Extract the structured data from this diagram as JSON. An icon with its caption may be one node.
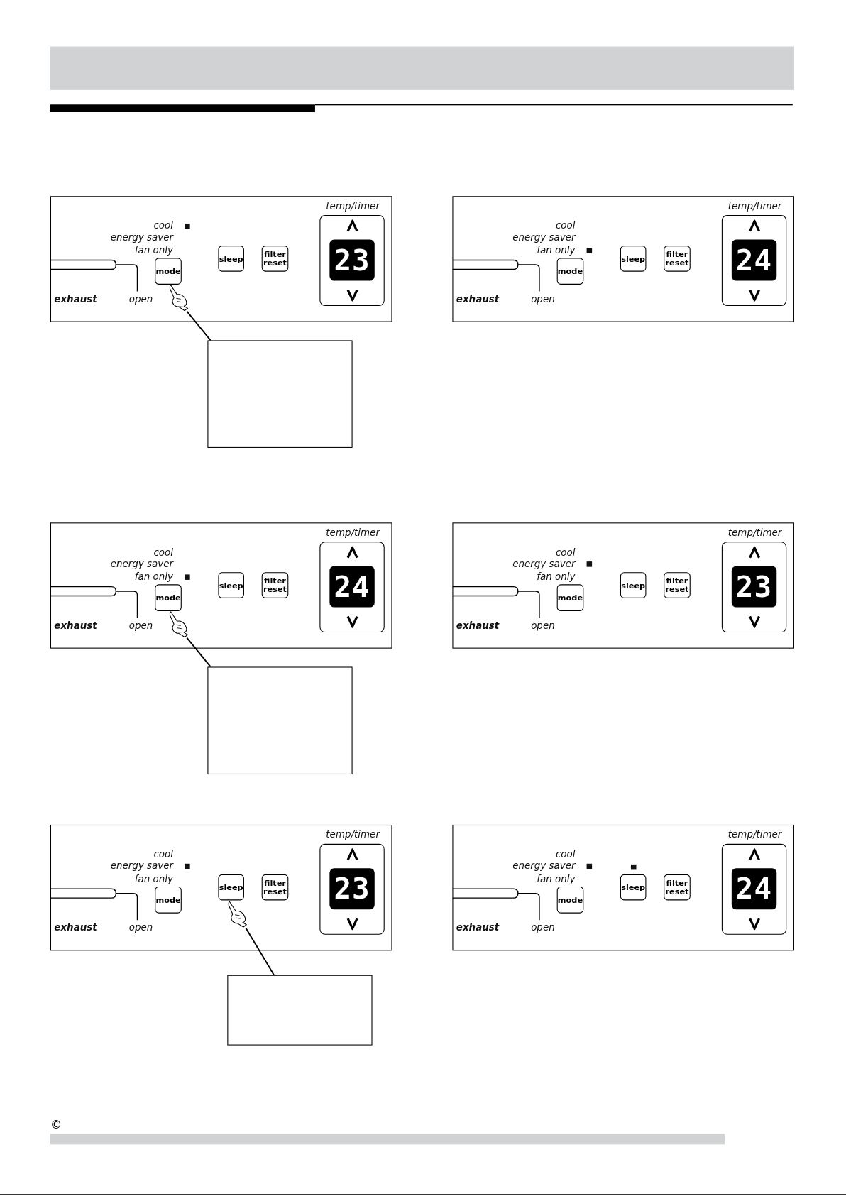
{
  "diagram": {
    "nodes": [
      {
        "text": [
          "cool",
          "energy saver",
          "fan only",
          "exhaust",
          "open"
        ]
      },
      {
        "text": [
          "mode"
        ],
        "in": 0
      },
      {
        "text": [
          "sleep"
        ],
        "in": 0
      },
      {
        "text": [
          "filter reset"
        ],
        "in": 0
      },
      {
        "text": [
          "temp/timer"
        ],
        "in": 0
      },
      {
        "text": [
          "23"
        ],
        "in": 4
      },
      {
        "text": [
          "cool",
          "energy saver",
          "fan only",
          "exhaust",
          "open"
        ]
      },
      {
        "text": [
          "mode"
        ],
        "in": 6
      },
      {
        "text": [
          "sleep"
        ],
        "in": 6
      },
      {
        "text": [
          "filter reset"
        ],
        "in": 6
      },
      {
        "text": [
          "temp/timer"
        ],
        "in": 6
      },
      {
        "text": [
          "24"
        ],
        "in": 10
      },
      {
        "text": [],
        "shape": "box"
      },
      {
        "text": [
          "cool",
          "energy saver",
          "fan only",
          "exhaust",
          "open"
        ]
      },
      {
        "text": [
          "mode"
        ],
        "in": 13
      },
      {
        "text": [
          "sleep"
        ],
        "in": 13
      },
      {
        "text": [
          "filter reset"
        ],
        "in": 13
      },
      {
        "text": [
          "temp/timer"
        ],
        "in": 13
      },
      {
        "text": [
          "24"
        ],
        "in": 17
      },
      {
        "text": [
          "cool",
          "energy saver",
          "fan only",
          "exhaust",
          "open"
        ]
      },
      {
        "text": [
          "mode"
        ],
        "in": 19
      },
      {
        "text": [
          "sleep"
        ],
        "in": 19
      },
      {
        "text": [
          "filter reset"
        ],
        "in": 19
      },
      {
        "text": [
          "temp/timer"
        ],
        "in": 19
      },
      {
        "text": [
          "23"
        ],
        "in": 23
      },
      {
        "text": [],
        "shape": "box"
      },
      {
        "text": [
          "cool",
          "energy saver",
          "fan only",
          "exhaust",
          "open"
        ]
      },
      {
        "text": [
          "mode"
        ],
        "in": 26
      },
      {
        "text": [
          "sleep"
        ],
        "in": 26
      },
      {
        "text": [
          "filter reset"
        ],
        "in": 26
      },
      {
        "text": [
          "temp/timer"
        ],
        "in": 26
      },
      {
        "text": [
          "23"
        ],
        "in": 30
      },
      {
        "text": [
          "cool",
          "energy saver",
          "fan only",
          "exhaust",
          "open"
        ]
      },
      {
        "text": [
          "mode"
        ],
        "in": 32
      },
      {
        "text": [
          "sleep"
        ],
        "in": 32
      },
      {
        "text": [
          "filter reset"
        ],
        "in": 32
      },
      {
        "text": [
          "temp/timer"
        ],
        "in": 32
      },
      {
        "text": [
          "24"
        ],
        "in": 36
      },
      {
        "text": [],
        "shape": "box"
      },
      {
        "text": [],
        "shape": "hand",
        "in": 0
      },
      {
        "text": [],
        "shape": "hand",
        "in": 13
      },
      {
        "text": [],
        "shape": "hand",
        "in": 26
      }
    ],
    "edges": [
      {
        "from": 39,
        "to": 12,
        "arrow": "none"
      },
      {
        "from": 40,
        "to": 25,
        "arrow": "none"
      },
      {
        "from": 41,
        "to": 38,
        "arrow": "none"
      }
    ],
    "labels": [
      "©"
    ]
  }
}
